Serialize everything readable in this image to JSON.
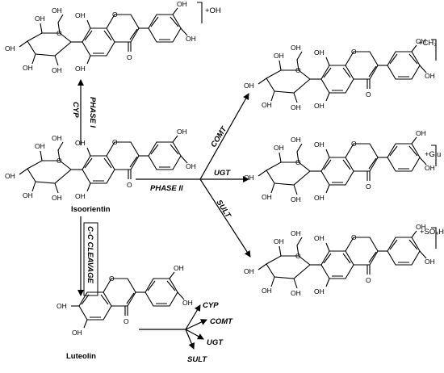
{
  "groups": {
    "hydroxy": "OH",
    "ketone": "O",
    "ring_oxygen": "O"
  },
  "compounds": {
    "parent": "Isoorientin",
    "aglycone": "Luteolin"
  },
  "pathways": {
    "phase1": "PHASE I",
    "phase2": "PHASE II",
    "cleavage": "C-C CLEAVAGE"
  },
  "enzymes": {
    "cyp": "CYP",
    "comt": "COMT",
    "ugt": "UGT",
    "sult": "SULT"
  },
  "conjugates": {
    "hydroxylation": "+OH",
    "methylation": "+CH₃",
    "glucuronide": "+Glu",
    "sulfate": "+SO₄H"
  }
}
